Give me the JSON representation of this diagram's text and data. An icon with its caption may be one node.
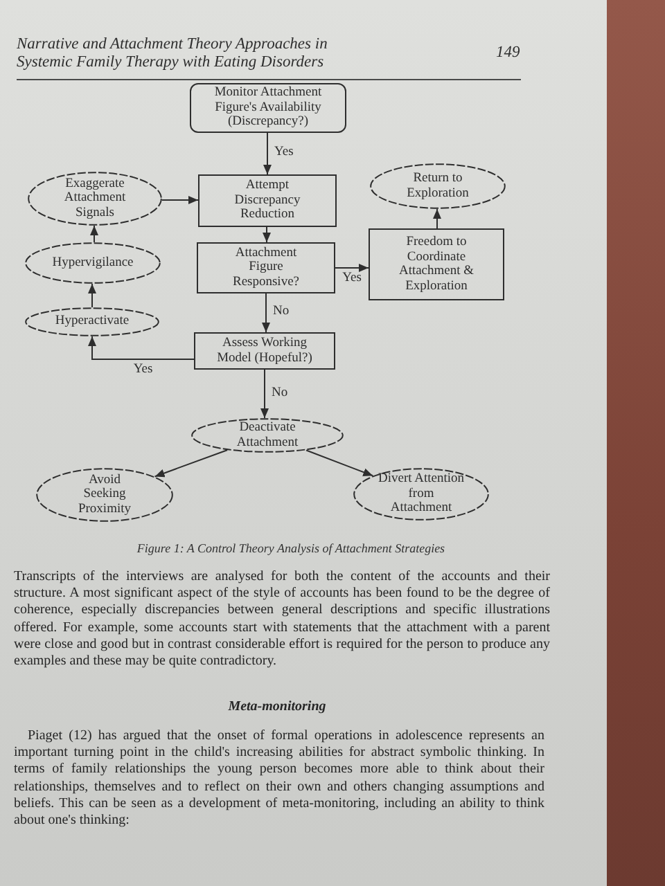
{
  "diagram": {
    "caption": "Figure 1: A Control Theory Analysis of Attachment Strategies",
    "nodes": [
      {
        "text": [
          "Monitor Attachment Figure's Availability (Discrepancy?)"
        ]
      },
      {
        "text": [
          "Exaggerate Attachment Signals"
        ]
      },
      {
        "text": [
          "Attempt Discrepancy Reduction"
        ]
      },
      {
        "text": [
          "Return to Exploration"
        ]
      },
      {
        "text": [
          "Hypervigilance"
        ]
      },
      {
        "text": [
          "Attachment Figure Responsive?"
        ]
      },
      {
        "text": [
          "Freedom to Coordinate Attachment & Exploration"
        ]
      },
      {
        "text": [
          "Hyperactivate"
        ]
      },
      {
        "text": [
          "Assess Working Model (Hopeful?)"
        ]
      },
      {
        "text": [
          "Deactivate Attachment"
        ]
      },
      {
        "text": [
          "Avoid Seeking Proximity"
        ]
      },
      {
        "text": [
          "Divert Attention from Attachment"
        ]
      }
    ],
    "edges": [
      {
        "from": 0,
        "to": 2,
        "arrow": "to",
        "label": "Yes"
      },
      {
        "from": 1,
        "to": 2,
        "arrow": "to"
      },
      {
        "from": 2,
        "to": 5,
        "arrow": "to"
      },
      {
        "from": 5,
        "to": 6,
        "arrow": "to",
        "label": "Yes"
      },
      {
        "from": 6,
        "to": 3,
        "arrow": "to"
      },
      {
        "from": 5,
        "to": 8,
        "arrow": "to",
        "label": "No"
      },
      {
        "from": 8,
        "to": 7,
        "arrow": "to",
        "label": "Yes"
      },
      {
        "from": 7,
        "to": 4,
        "arrow": "to"
      },
      {
        "from": 4,
        "to": 1,
        "arrow": "to"
      },
      {
        "from": 8,
        "to": 9,
        "arrow": "to",
        "label": "No"
      },
      {
        "from": 9,
        "to": 10,
        "arrow": "to"
      },
      {
        "from": 9,
        "to": 11,
        "arrow": "to"
      }
    ],
    "labels": [
      "Narrative and Attachment Theory Approaches in Systemic Family Therapy with Eating Disorders",
      "149",
      "Transcripts of the interviews are analysed for both the content of the accounts and their structure. A most significant aspect of the style of accounts has been found to be the degree of coherence, especially discrepancies between general descriptions and specific illustrations offered. For example, some accounts start with statements that the attachment with a parent were close and good but in contrast considerable effort is required for the person to produce any examples and these may be quite contradictory.",
      "Meta-monitoring",
      "Piaget (12) has argued that the onset of formal operations in adolescence represents an important turning point in the child's increasing abilities for abstract symbolic thinking. In terms of family relationships the young person becomes more able to think about their relationships, themselves and to reflect on their own and others changing assumptions and beliefs. This can be seen as a development of meta-monitoring, including an ability to think about one's thinking:"
    ]
  }
}
